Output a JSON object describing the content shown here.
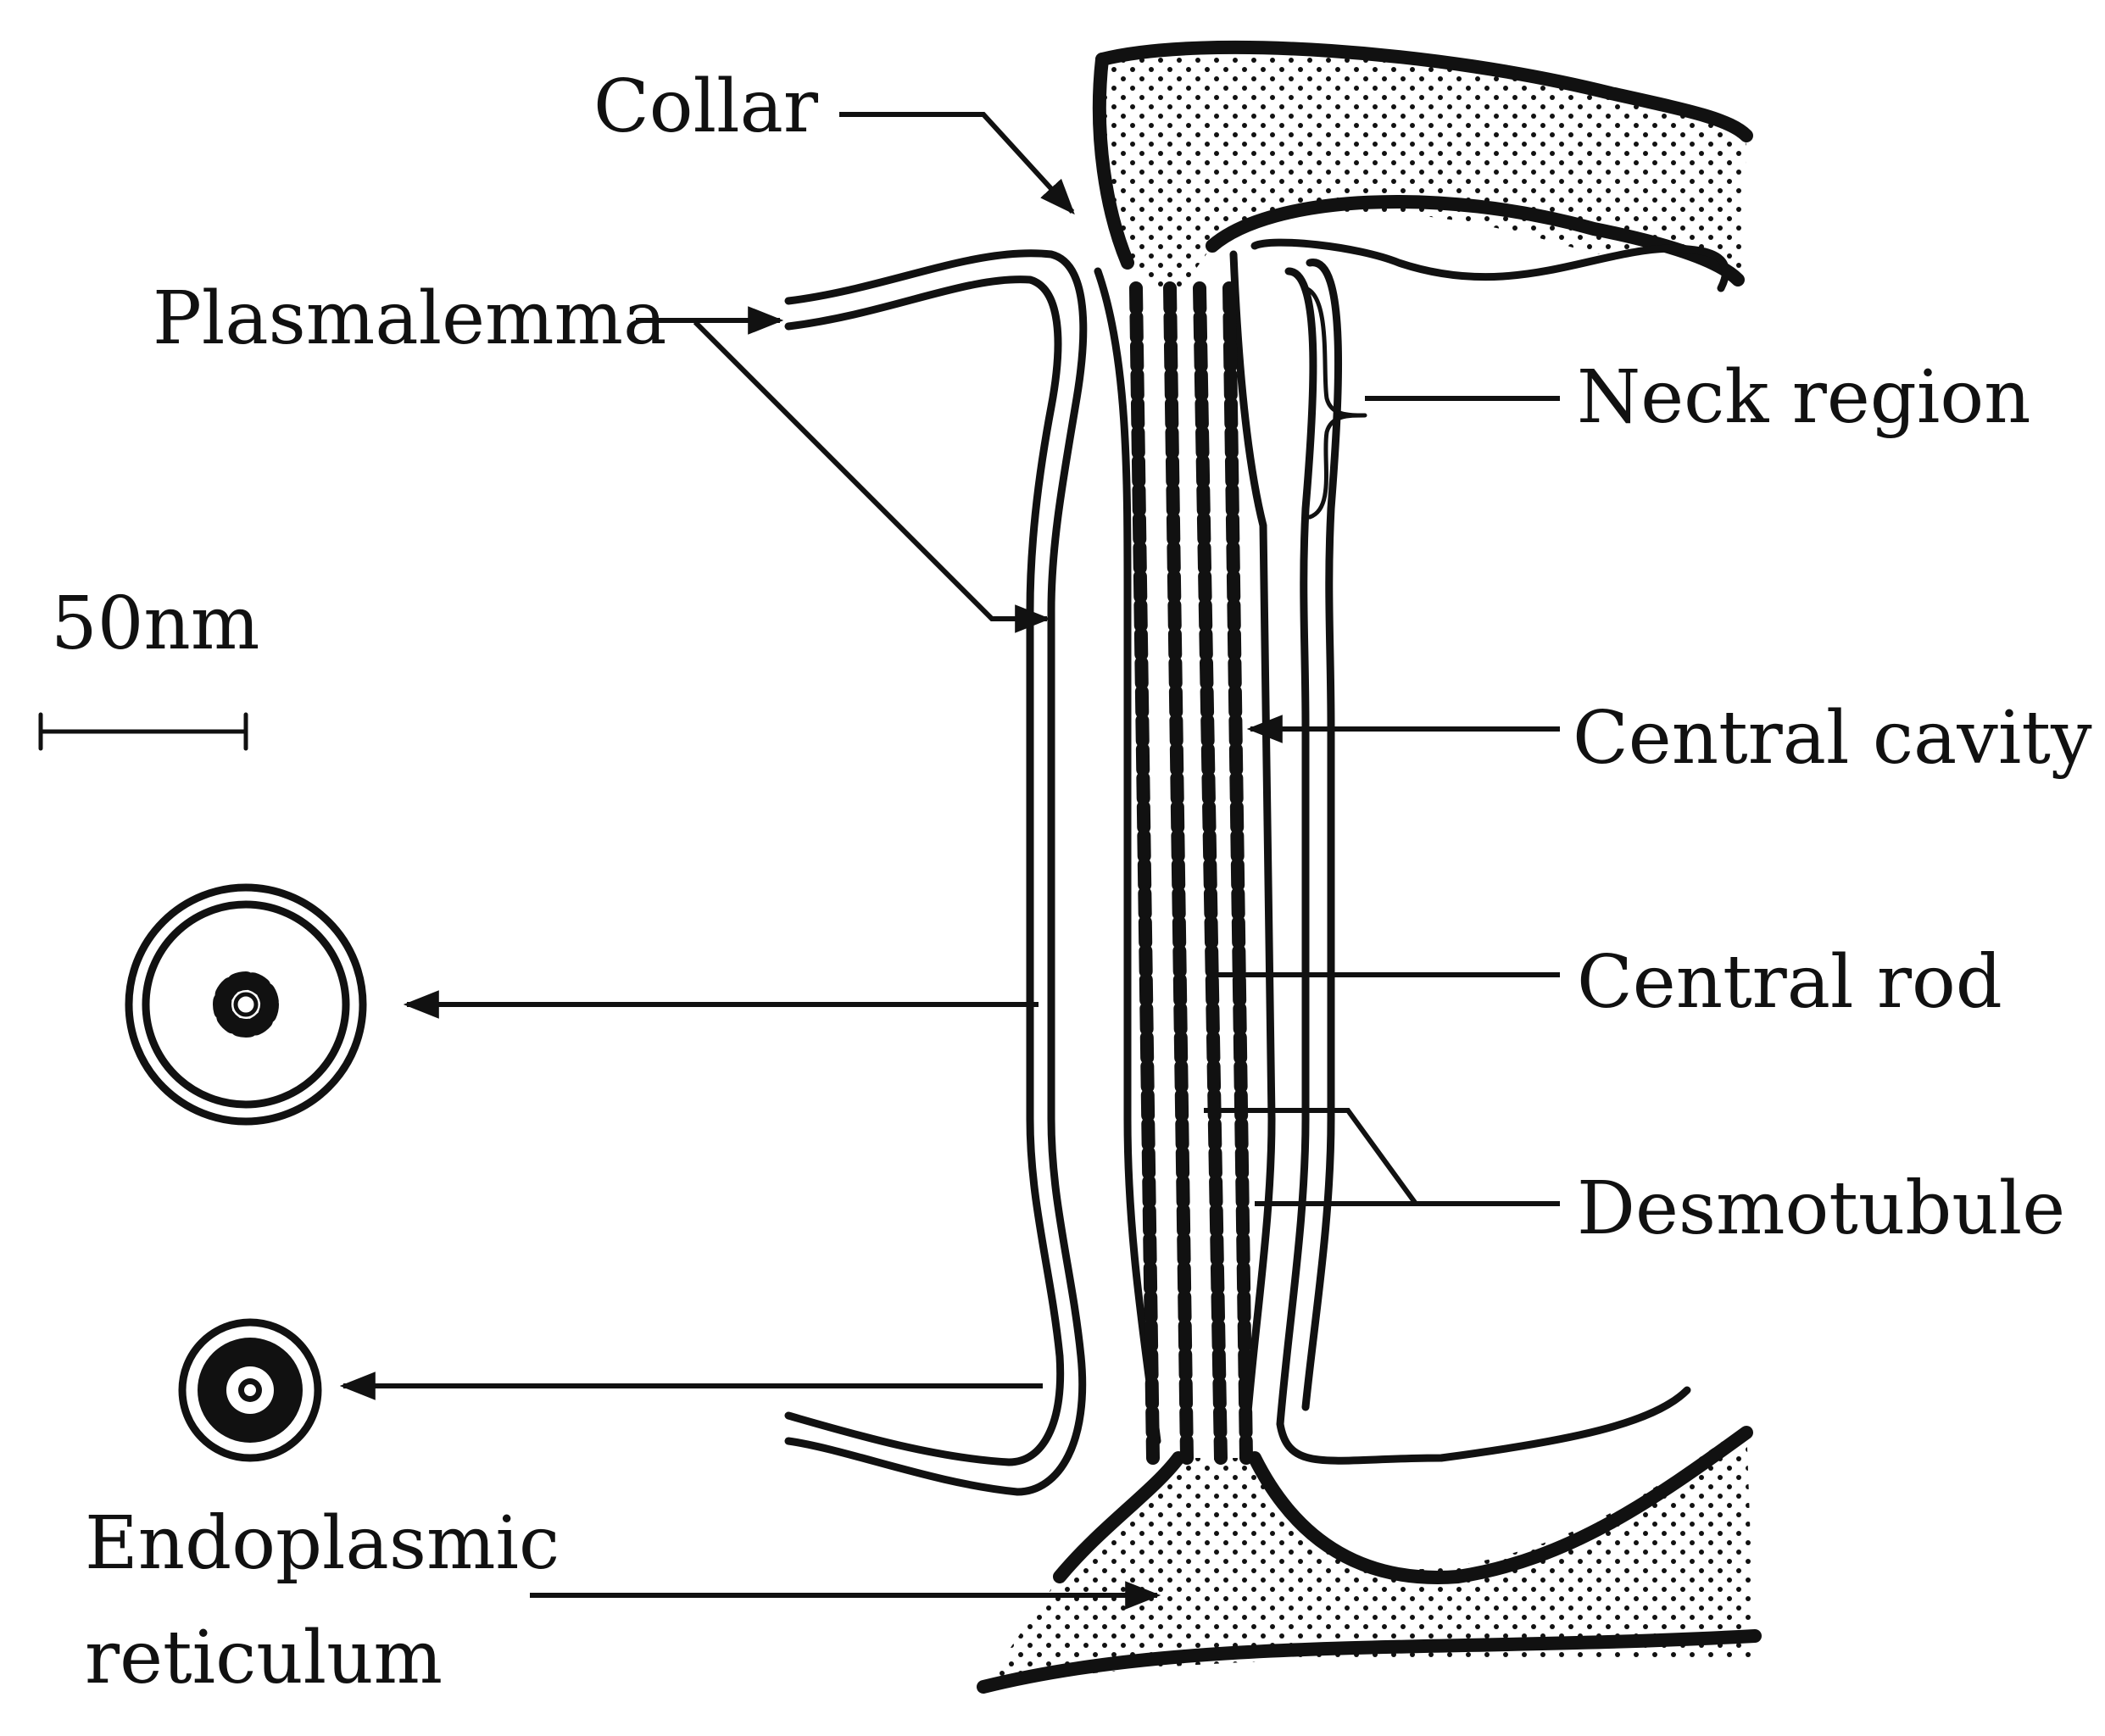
{
  "labels": {
    "collar": "Collar",
    "plasmalemma": "Plasmalemma",
    "neck_region": "Neck region",
    "scale": "50nm",
    "central_cavity": "Central cavity",
    "central_rod": "Central rod",
    "desmotubule": "Desmotubule",
    "er_line1": "Endoplasmic",
    "er_line2": "reticulum"
  },
  "colors": {
    "ink": "#111111",
    "background": "#ffffff"
  }
}
